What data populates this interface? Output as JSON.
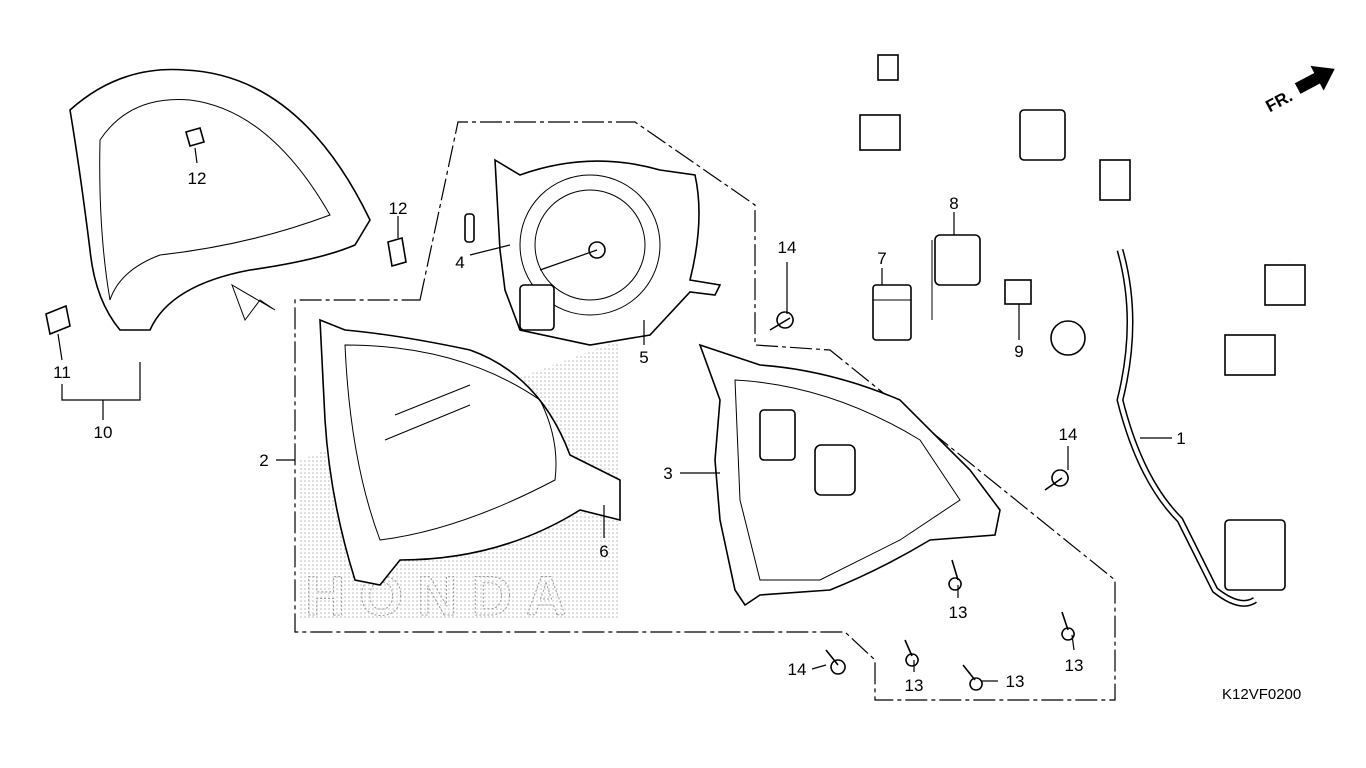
{
  "diagram": {
    "code": "K12VF0200",
    "direction_label": "FR.",
    "watermark": "HONDA",
    "callouts": [
      {
        "id": "c12a",
        "label": "12"
      },
      {
        "id": "c12b",
        "label": "12"
      },
      {
        "id": "c4",
        "label": "4"
      },
      {
        "id": "c14a",
        "label": "14"
      },
      {
        "id": "c8",
        "label": "8"
      },
      {
        "id": "c7",
        "label": "7"
      },
      {
        "id": "c9",
        "label": "9"
      },
      {
        "id": "c5",
        "label": "5"
      },
      {
        "id": "c11",
        "label": "11"
      },
      {
        "id": "c10",
        "label": "10"
      },
      {
        "id": "c2",
        "label": "2"
      },
      {
        "id": "c3",
        "label": "3"
      },
      {
        "id": "c6",
        "label": "6"
      },
      {
        "id": "c14b",
        "label": "14"
      },
      {
        "id": "c1",
        "label": "1"
      },
      {
        "id": "c13a",
        "label": "13"
      },
      {
        "id": "c13b",
        "label": "13"
      },
      {
        "id": "c14c",
        "label": "14"
      },
      {
        "id": "c13c",
        "label": "13"
      },
      {
        "id": "c13d",
        "label": "13"
      }
    ]
  }
}
